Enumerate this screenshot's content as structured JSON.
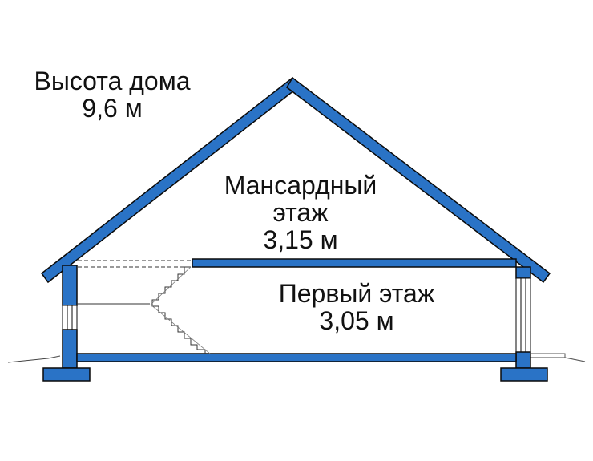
{
  "labels": {
    "house_height": {
      "line1": "Высота дома",
      "line2": "9,6 м"
    },
    "attic_floor": {
      "line1": "Мансардный",
      "line2": "этаж",
      "line3": "3,15 м"
    },
    "first_floor": {
      "line1": "Первый этаж",
      "line2": "3,05 м"
    }
  },
  "colors": {
    "structure_fill": "#2a73c6",
    "outline": "#0a0a0a",
    "background": "#ffffff"
  }
}
